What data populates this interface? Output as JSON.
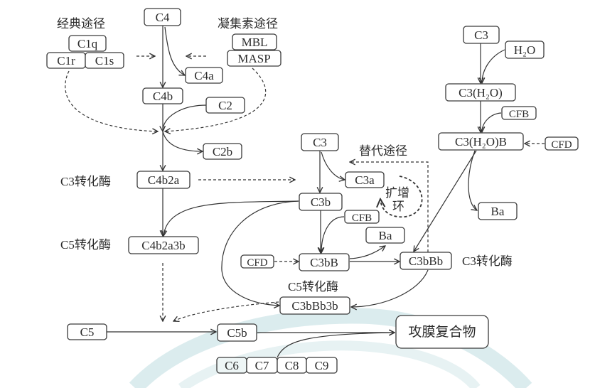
{
  "diagram": {
    "title": "补体激活途径",
    "pathway_labels": {
      "classical": "经典途径",
      "lectin": "凝集素途径",
      "alternative": "替代途径",
      "amplification_loop": [
        "扩增",
        "环"
      ]
    },
    "enzyme_labels": {
      "c3_convertase_classical": "C3转化酶",
      "c5_convertase_classical": "C5转化酶",
      "c3_convertase_alternative": "C3转化酶",
      "c5_convertase_alternative": "C5转化酶"
    },
    "nodes": {
      "c4": "C4",
      "c1q": "C1q",
      "c1r": "C1r",
      "c1s": "C1s",
      "mbl": "MBL",
      "masp": "MASP",
      "c4a": "C4a",
      "c4b": "C4b",
      "c2": "C2",
      "c2b": "C2b",
      "c4b2a": "C4b2a",
      "c4b2a3b": "C4b2a3b",
      "c3_alt": "C3",
      "c3a": "C3a",
      "c3b": "C3b",
      "cfb_alt": "CFB",
      "ba_alt": "Ba",
      "cfd_alt": "CFD",
      "c3bb": "C3bB",
      "c3bbb": "C3bBb",
      "c3bbb3b": "C3bBb3b",
      "c3_tick": "C3",
      "h2o": "H₂O",
      "c3h2o": "C3(H₂O)",
      "cfb_tick": "CFB",
      "c3h2ob": "C3(H₂O)B",
      "cfd_tick": "CFD",
      "ba_tick": "Ba",
      "c5": "C5",
      "c5b": "C5b",
      "c6": "C6",
      "c7": "C7",
      "c8": "C8",
      "c9": "C9",
      "mac": "攻膜复合物"
    },
    "edges": [
      {
        "from": "c4",
        "to": "c4b",
        "style": "solid"
      },
      {
        "from": "c4",
        "to": "c4a",
        "style": "solid"
      },
      {
        "from": "c1r-c1s",
        "to": "c4",
        "style": "dashed"
      },
      {
        "from": "mbl-masp",
        "to": "c4",
        "style": "dashed"
      },
      {
        "from": "c1r-c1s",
        "to": "c4b-c2",
        "style": "dashed"
      },
      {
        "from": "mbl-masp",
        "to": "c4b-c2",
        "style": "dashed"
      },
      {
        "from": "c4b",
        "to": "c4b2a",
        "style": "solid"
      },
      {
        "from": "c2",
        "to": "c4b2a",
        "style": "solid"
      },
      {
        "from": "c2",
        "to": "c2b",
        "style": "solid"
      },
      {
        "from": "c4b2a",
        "to": "c3_alt",
        "style": "dashed"
      },
      {
        "from": "c4b2a",
        "to": "c4b2a3b",
        "style": "solid"
      },
      {
        "from": "c3b",
        "to": "c4b2a3b",
        "style": "solid"
      },
      {
        "from": "c3_alt",
        "to": "c3b",
        "style": "solid"
      },
      {
        "from": "c3_alt",
        "to": "c3a",
        "style": "solid"
      },
      {
        "from": "c3b",
        "to": "c3bb",
        "style": "solid"
      },
      {
        "from": "cfb_alt",
        "to": "c3bb",
        "style": "solid"
      },
      {
        "from": "cfd_alt",
        "to": "c3bb",
        "style": "dashed"
      },
      {
        "from": "c3bb",
        "to": "ba_alt",
        "style": "solid"
      },
      {
        "from": "c3bb",
        "to": "c3bbb",
        "style": "solid"
      },
      {
        "from": "c3bbb",
        "to": "c3_alt",
        "style": "dashed"
      },
      {
        "from": "c3b",
        "to": "c3bbb3b",
        "style": "solid"
      },
      {
        "from": "c3bbb",
        "to": "c3bbb3b",
        "style": "solid"
      },
      {
        "from": "c3_tick",
        "to": "c3h2o",
        "style": "solid"
      },
      {
        "from": "h2o",
        "to": "c3h2o",
        "style": "solid"
      },
      {
        "from": "c3h2o",
        "to": "c3h2ob",
        "style": "solid"
      },
      {
        "from": "cfb_tick",
        "to": "c3h2ob",
        "style": "solid"
      },
      {
        "from": "cfd_tick",
        "to": "c3h2ob",
        "style": "dashed"
      },
      {
        "from": "c3h2ob",
        "to": "ba_tick",
        "style": "solid"
      },
      {
        "from": "c3h2ob",
        "to": "c3bbb",
        "style": "solid"
      },
      {
        "from": "c4b2a3b",
        "to": "c5-c5b",
        "style": "dashed"
      },
      {
        "from": "c3bbb3b",
        "to": "c5-c5b",
        "style": "dashed"
      },
      {
        "from": "c5",
        "to": "c5b",
        "style": "solid"
      },
      {
        "from": "c5b",
        "to": "mac",
        "style": "solid"
      },
      {
        "from": "c6-c9",
        "to": "mac",
        "style": "solid"
      }
    ]
  }
}
